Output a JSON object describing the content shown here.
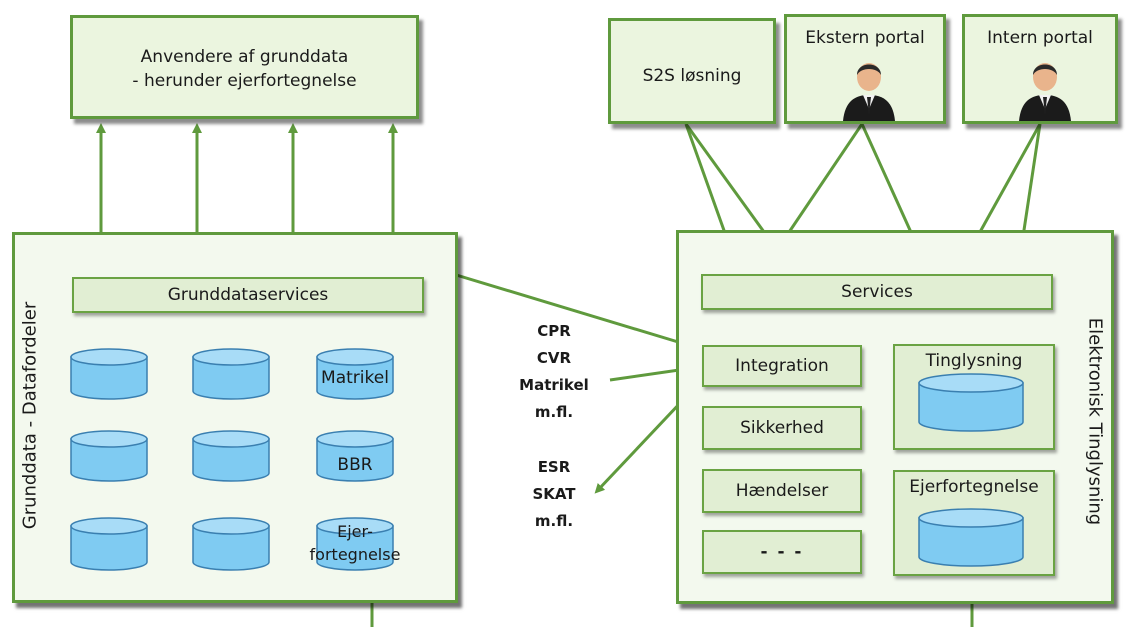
{
  "top_left_box": {
    "line1": "Anvendere af grunddata",
    "line2": "- herunder ejerfortegnelse"
  },
  "portals": {
    "s2s": "S2S løsning",
    "ekstern": "Ekstern portal",
    "intern": "Intern portal"
  },
  "left_panel": {
    "side_label": "Grunddata - Datafordeler",
    "services": "Grunddataservices",
    "databases": [
      "",
      "",
      "Matrikel",
      "",
      "",
      "BBR",
      "",
      "",
      "Ejer-\nfortegnelse"
    ]
  },
  "right_panel": {
    "side_label": "Elektronisk Tinglysning",
    "services": "Services",
    "modules": [
      "Integration",
      "Sikkerhed",
      "Hændelser",
      "- - -"
    ],
    "tinglysning": "Tinglysning",
    "ejerfortegnelse": "Ejerfortegnelse"
  },
  "middle": {
    "inbound": [
      "CPR",
      "CVR",
      "Matrikel",
      "m.fl."
    ],
    "outbound": [
      "ESR",
      "SKAT",
      "m.fl."
    ]
  }
}
